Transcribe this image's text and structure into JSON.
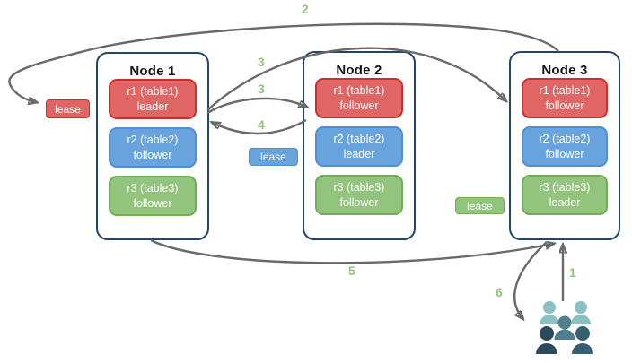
{
  "diagram": {
    "title": "range lease / replica leadership diagram",
    "nodes": [
      {
        "title": "Node 1",
        "replicas": [
          {
            "label": "r1 (table1)",
            "role": "leader",
            "color": "#e06666"
          },
          {
            "label": "r2 (table2)",
            "role": "follower",
            "color": "#68a3dd"
          },
          {
            "label": "r3 (table3)",
            "role": "follower",
            "color": "#93c47d"
          }
        ]
      },
      {
        "title": "Node 2",
        "replicas": [
          {
            "label": "r1 (table1)",
            "role": "follower",
            "color": "#e06666"
          },
          {
            "label": "r2 (table2)",
            "role": "leader",
            "color": "#68a3dd"
          },
          {
            "label": "r3 (table3)",
            "role": "follower",
            "color": "#93c47d"
          }
        ]
      },
      {
        "title": "Node 3",
        "replicas": [
          {
            "label": "r1 (table1)",
            "role": "follower",
            "color": "#e06666"
          },
          {
            "label": "r2 (table2)",
            "role": "follower",
            "color": "#68a3dd"
          },
          {
            "label": "r3 (table3)",
            "role": "leader",
            "color": "#93c47d"
          }
        ]
      }
    ],
    "leases": {
      "red": {
        "label": "lease",
        "fill": "#e06666",
        "border": "#cf2e2e"
      },
      "blue": {
        "label": "lease",
        "fill": "#68a3dd",
        "border": "#4e90d2"
      },
      "green": {
        "label": "lease",
        "fill": "#93c47d",
        "border": "#6fae52"
      }
    },
    "steps": {
      "s1": "1",
      "s2": "2",
      "s3a": "3",
      "s3b": "3",
      "s4": "4",
      "s5": "5",
      "s6": "6"
    },
    "colors": {
      "node_border": "#24456b",
      "arrow": "#696969",
      "step_label": "#93c47d",
      "person_light": "#8bc1c3",
      "person_mid": "#4f7e8d",
      "person_dark": "#2b4a5c",
      "person_dark2": "#346072"
    },
    "users_icon": "group of client users"
  }
}
